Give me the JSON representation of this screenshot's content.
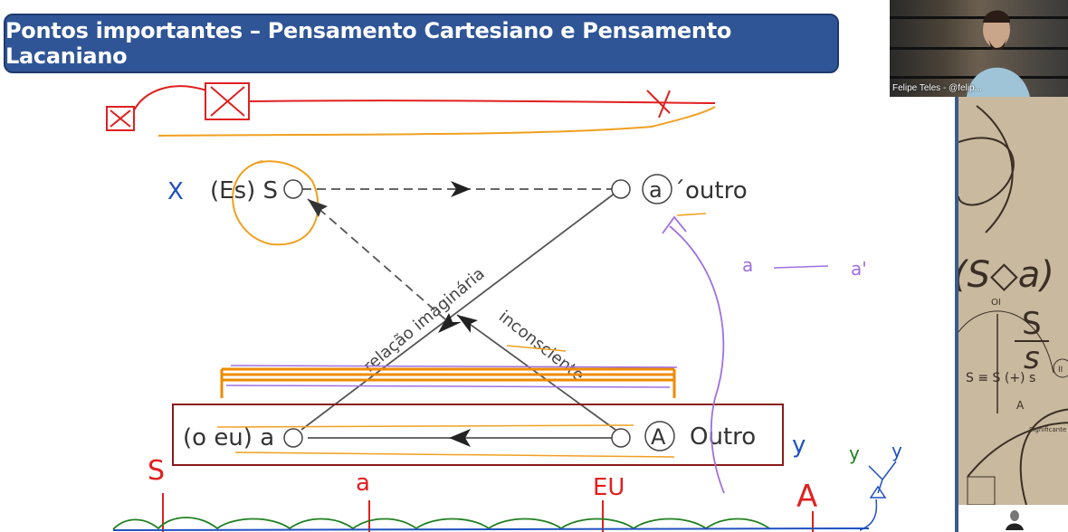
{
  "slide": {
    "title": "Pontos importantes – Pensamento Cartesiano e Pensamento Lacaniano"
  },
  "webcam": {
    "participant_label": "Felipe Teles - @felip..."
  },
  "diagram": {
    "top_left_label": "(Es) S",
    "top_right_circle": "a",
    "top_right_label": "´outro",
    "bottom_left_label": "(o eu) a",
    "bottom_right_circle": "A",
    "bottom_right_label": "Outro",
    "diagonal_left_label": "relação imaginária",
    "diagonal_right_label": "inconsciente"
  },
  "annotations": {
    "x_mark": "X",
    "s_mark": "S",
    "a_mark": "a",
    "eu_mark": "EU",
    "big_a_mark": "A",
    "y_mark1": "y",
    "y_mark2": "y",
    "y_mark3": "y",
    "a_small": "a",
    "a_prime": "a'"
  },
  "sidebar": {
    "formula": "(S◇a)",
    "fraction_top": "S",
    "fraction_bottom": "s",
    "oi": "OI",
    "ii": "II",
    "equation": "S ≡ S (+) s",
    "a_box": "A",
    "significante": "Significante"
  }
}
